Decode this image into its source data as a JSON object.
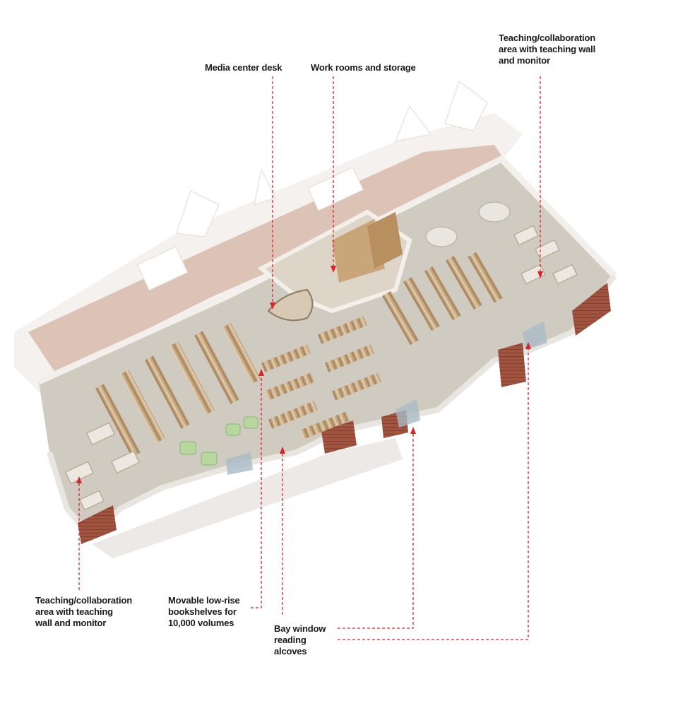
{
  "colors": {
    "leader": "#d9232d",
    "floor": "#cfcac0",
    "corridor": "#dcc2b4",
    "wall_white": "#f2efec",
    "brick": "#9b4a3a",
    "shelf_wood": "#c5a57c",
    "glass": "#9fb2bf",
    "green_seat": "#b8d8a0",
    "label_text": "#1a1a1a"
  },
  "callouts": {
    "media_desk": {
      "lines": [
        "Media center desk"
      ]
    },
    "work_rooms": {
      "lines": [
        "Work rooms and storage"
      ]
    },
    "teaching_right": {
      "lines": [
        "Teaching/collaboration",
        "area with teaching wall",
        "and monitor"
      ]
    },
    "teaching_left": {
      "lines": [
        "Teaching/collaboration",
        "area with teaching",
        "wall and monitor"
      ]
    },
    "bookshelves": {
      "lines": [
        "Movable low-rise",
        "bookshelves for",
        "10,000 volumes"
      ]
    },
    "bay_window": {
      "lines": [
        "Bay window",
        "reading",
        "alcoves"
      ]
    }
  }
}
